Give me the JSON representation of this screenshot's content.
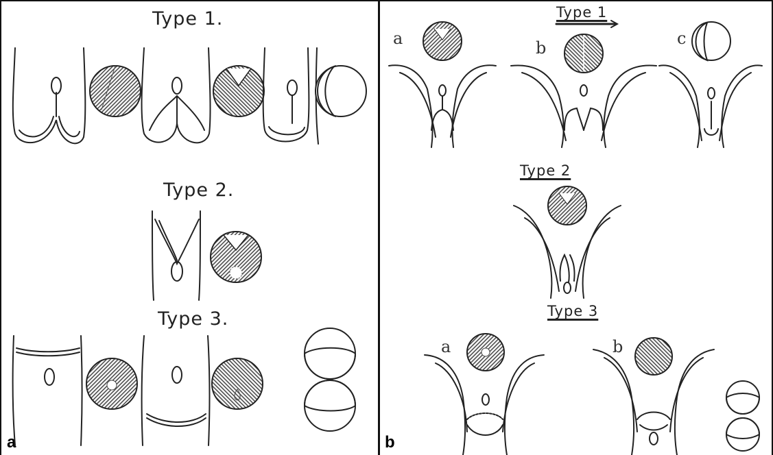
{
  "panel_a": {
    "label": "a",
    "type1_title": "Type 1.",
    "type2_title": "Type 2.",
    "type3_title": "Type 3."
  },
  "panel_b": {
    "label": "b",
    "type1_title": "Type 1",
    "type2_title": "Type 2",
    "type3_title": "Type 3",
    "type1_sub": [
      "a",
      "b",
      "c"
    ],
    "type3_sub": [
      "a",
      "b"
    ]
  },
  "colors": {
    "ink": "#222222",
    "hatch": "#3a3a3a",
    "background": "#ffffff"
  }
}
